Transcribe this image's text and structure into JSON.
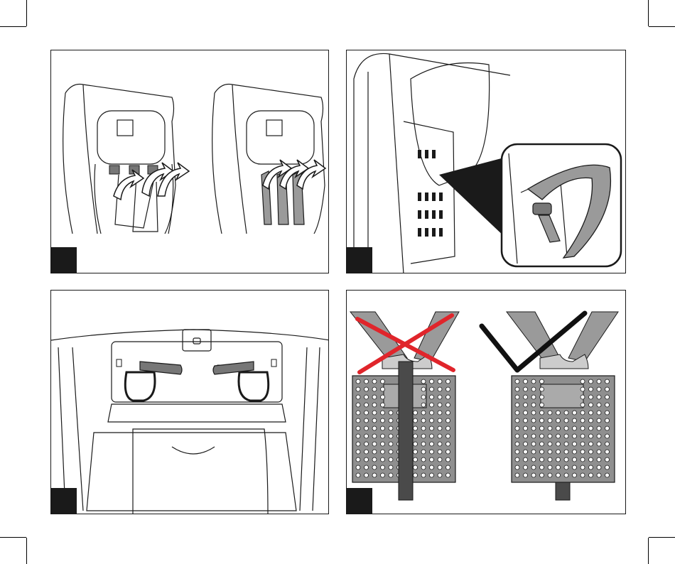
{
  "document": {
    "type": "instruction-manual-page",
    "panels": [
      {
        "id": "panel-1",
        "subject": "shoulder-belt-guides-threading",
        "step_label": ""
      },
      {
        "id": "panel-2",
        "subject": "headrest-belt-clip-detail",
        "step_label": ""
      },
      {
        "id": "panel-3",
        "subject": "harness-slots-adjustment",
        "step_label": ""
      },
      {
        "id": "panel-4",
        "subject": "belt-routing-incorrect-vs-correct",
        "step_label": ""
      }
    ]
  },
  "colors": {
    "ink": "#1a1a1a",
    "strap_gray": "#9a9a9a",
    "dark_strap": "#4a4a4a",
    "wrong_mark": "#e0252b",
    "right_mark": "#111111",
    "seat_fill": "#8f8f8f"
  },
  "icons": [
    "wrong-cross-icon",
    "correct-check-icon",
    "arrow-icon"
  ]
}
